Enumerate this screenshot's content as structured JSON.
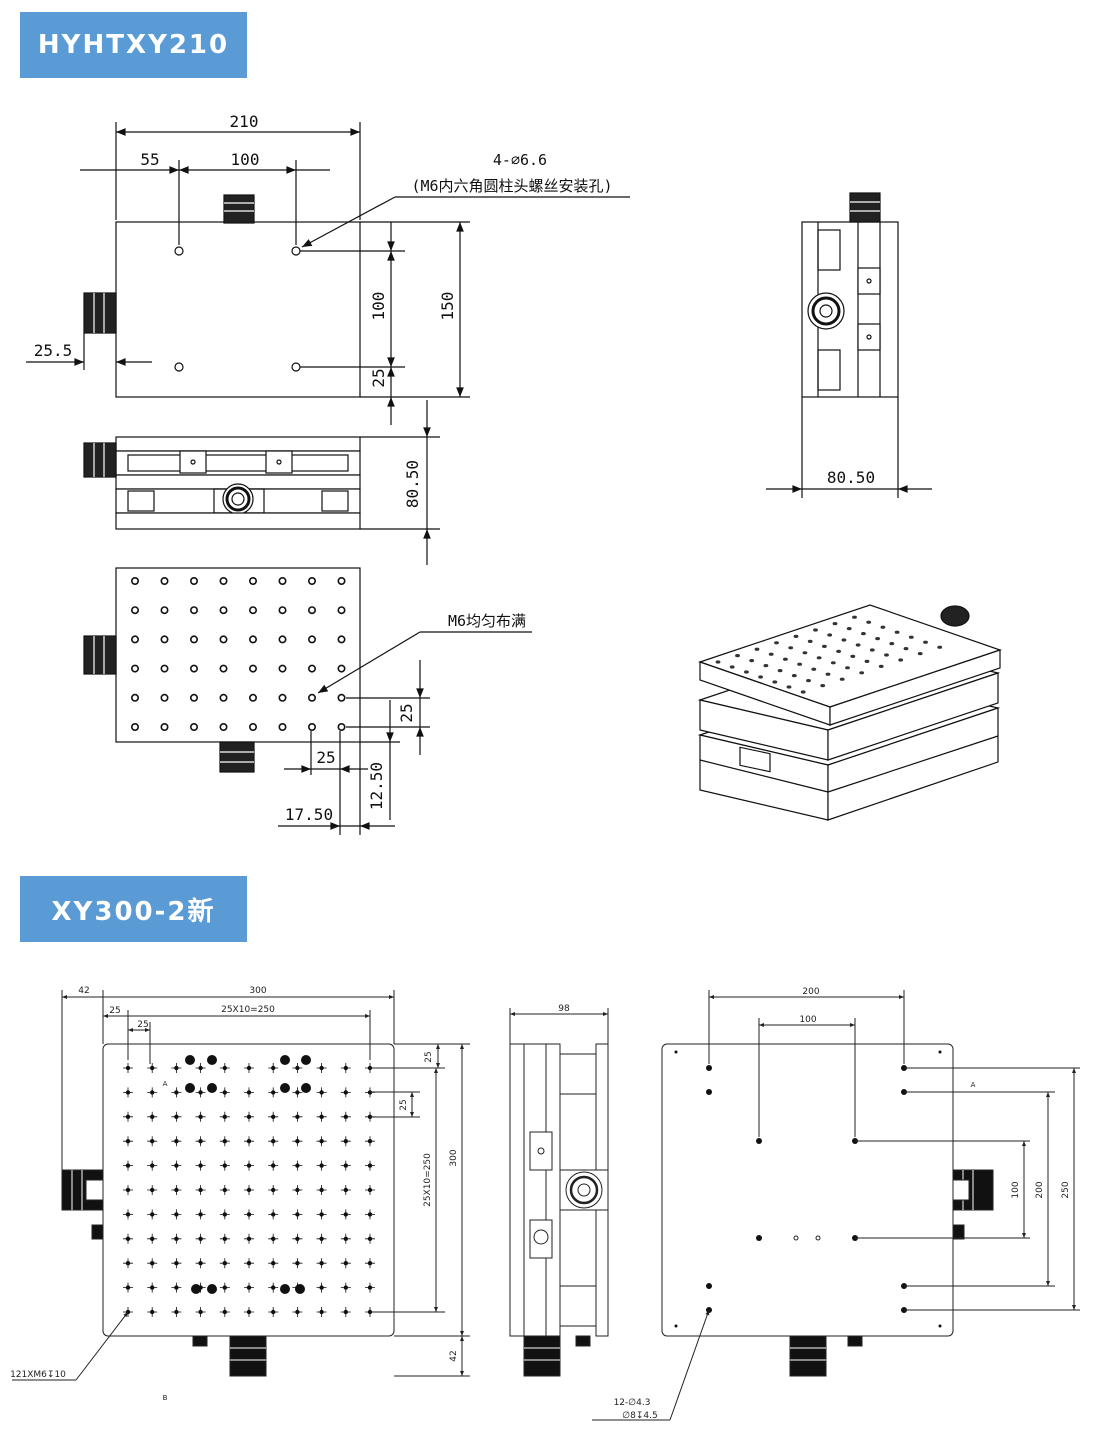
{
  "sections": [
    {
      "title": "HYHTXY210"
    },
    {
      "title": "XY300-2新"
    }
  ],
  "drawing1": {
    "dims": {
      "d210": "210",
      "d55": "55",
      "d100_top": "100",
      "d100_side": "100",
      "d150": "150",
      "d25_side": "25",
      "d25_5": "25.5",
      "d80_50_front": "80.50",
      "d80_50_side": "80.50",
      "d25_bottom_v": "25",
      "d25_bottom_h": "25",
      "d12_50": "12.50",
      "d17_50": "17.50"
    },
    "callouts": {
      "holes_count": "4-∅6.6",
      "holes_desc": "(M6内六角圆柱头螺丝安装孔)",
      "grid_desc": "M6均匀布满"
    }
  },
  "drawing2": {
    "dims": {
      "d42_left": "42",
      "d300_top": "300",
      "d25_a": "25",
      "d25x10": "25X10=250",
      "d25_b": "25",
      "d25_right_top": "25",
      "d25_right_mid": "25",
      "d25x10_v": "25X10=250",
      "d300_v": "300",
      "d42_bottom": "42",
      "d98": "98",
      "d200_top": "200",
      "d100_top": "100",
      "d100_v": "100",
      "d200_v": "200",
      "d250_v": "250"
    },
    "callouts": {
      "holes_grid": "121XM6↧10",
      "holes_back_1": "12-∅4.3",
      "holes_back_2": "∅8↧4.5",
      "label_a_left": "A",
      "label_a_right": "A",
      "label_b": "B"
    }
  }
}
